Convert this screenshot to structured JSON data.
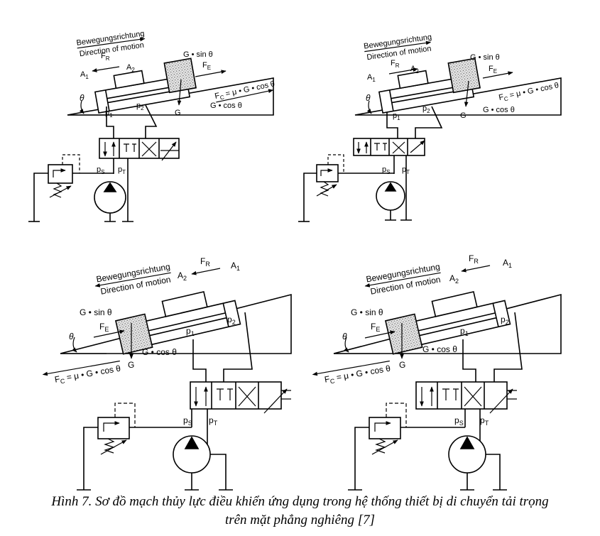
{
  "labels": {
    "direction_de": "Bewegungsrichtung",
    "direction_en": "Direction of motion",
    "f_r": "F",
    "f_r_sub": "R",
    "f_e": "F",
    "f_e_sub": "E",
    "a1": "A",
    "a1_sub": "1",
    "a2": "A",
    "a2_sub": "2",
    "p1": "p",
    "p1_sub": "1",
    "p2": "p",
    "p2_sub": "2",
    "ps": "p",
    "ps_sub": "S",
    "pt": "p",
    "pt_sub": "T",
    "g_sin": "G • sin θ",
    "g_cos": "G • cos θ",
    "g": "G",
    "theta": "θ",
    "fc_left": "F",
    "fc_sub": "C",
    "fc_right": " = μ • G • cos θ"
  },
  "caption": {
    "line1": "Hình 7. Sơ đồ mạch thủy lực điều khiển ứng dụng trong hệ thống thiết bị di chuyển tải trọng",
    "line2": "trên mặt phẳng nghiêng [7]"
  }
}
